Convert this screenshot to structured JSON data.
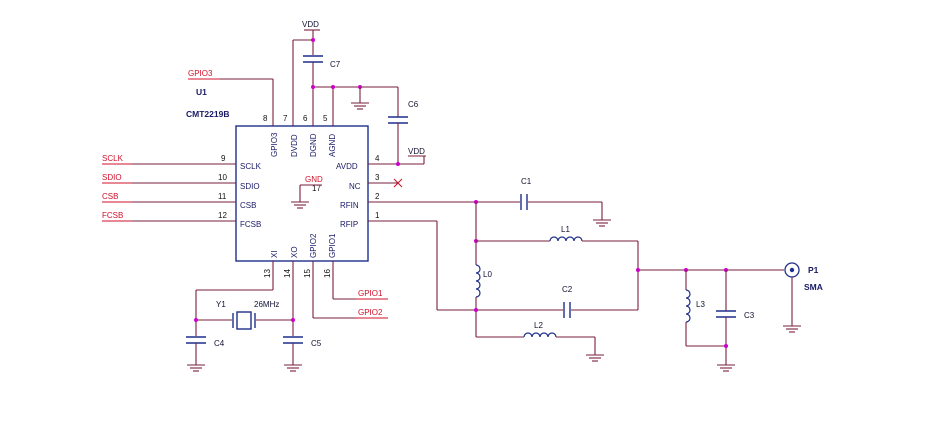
{
  "chip": {
    "ref": "U1",
    "part": "CMT2219B",
    "left_pins": [
      {
        "num": "9",
        "name": "SCLK",
        "net": "SCLK"
      },
      {
        "num": "10",
        "name": "SDIO",
        "net": "SDIO"
      },
      {
        "num": "11",
        "name": "CSB",
        "net": "CSB"
      },
      {
        "num": "12",
        "name": "FCSB",
        "net": "FCSB"
      }
    ],
    "top_pins": [
      {
        "num": "8",
        "name": "GPIO3"
      },
      {
        "num": "7",
        "name": "DVDD"
      },
      {
        "num": "6",
        "name": "DGND"
      },
      {
        "num": "5",
        "name": "AGND"
      }
    ],
    "right_pins": [
      {
        "num": "4",
        "name": "AVDD"
      },
      {
        "num": "3",
        "name": "NC"
      },
      {
        "num": "2",
        "name": "RFIN"
      },
      {
        "num": "1",
        "name": "RFIP"
      }
    ],
    "bottom_pins": [
      {
        "num": "13",
        "name": "XI"
      },
      {
        "num": "14",
        "name": "XO"
      },
      {
        "num": "15",
        "name": "GPIO2"
      },
      {
        "num": "16",
        "name": "GPIO1"
      }
    ],
    "center_pin": {
      "num": "17",
      "net": "GND"
    }
  },
  "nets": {
    "gpio3": "GPIO3",
    "gpio1": "GPIO1",
    "gpio2": "GPIO2",
    "vdd_top": "VDD",
    "vdd_right": "VDD"
  },
  "components": {
    "c1": "C1",
    "c2": "C2",
    "c3": "C3",
    "c4": "C4",
    "c5": "C5",
    "c6": "C6",
    "c7": "C7",
    "l0": "L0",
    "l1": "L1",
    "l2": "L2",
    "l3": "L3",
    "y1": "Y1",
    "y1_value": "26MHz",
    "p1": "P1",
    "p1_type": "SMA"
  },
  "colors": {
    "wire": "#7a1f3d",
    "symbol": "#1f2f8a",
    "net_label": "#d0102a",
    "junction": "#cc00cc"
  }
}
